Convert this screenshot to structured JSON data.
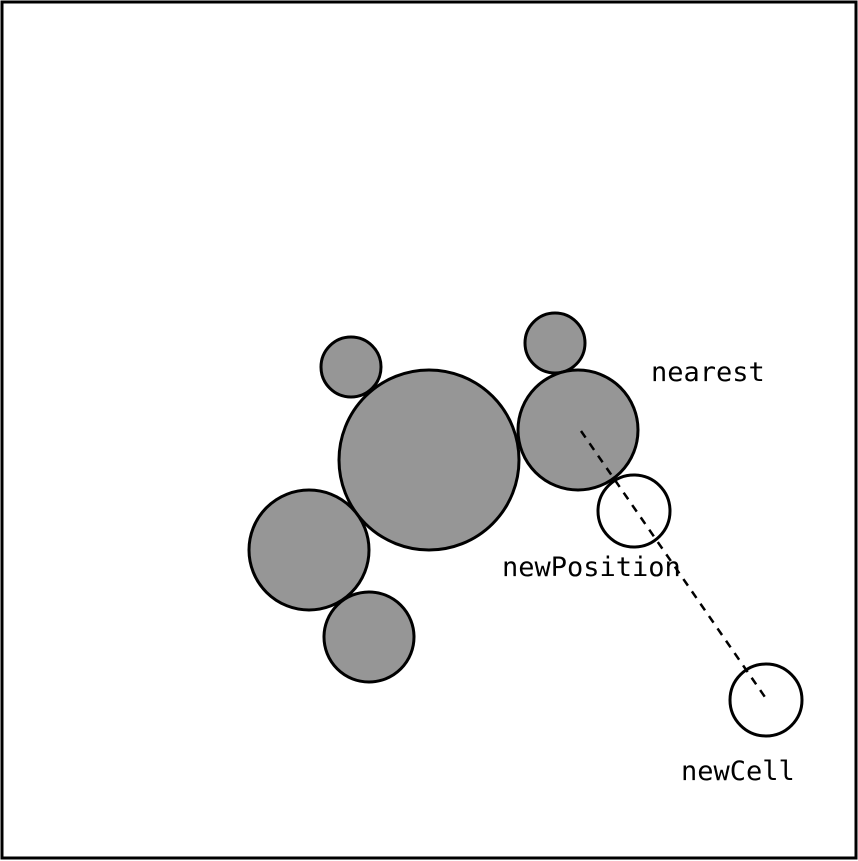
{
  "labels": {
    "nearest": "nearest",
    "new_position": "newPosition",
    "new_cell": "newCell"
  },
  "colors": {
    "filled_cell": "#969696",
    "open_cell": "#ffffff",
    "stroke": "#000000"
  }
}
